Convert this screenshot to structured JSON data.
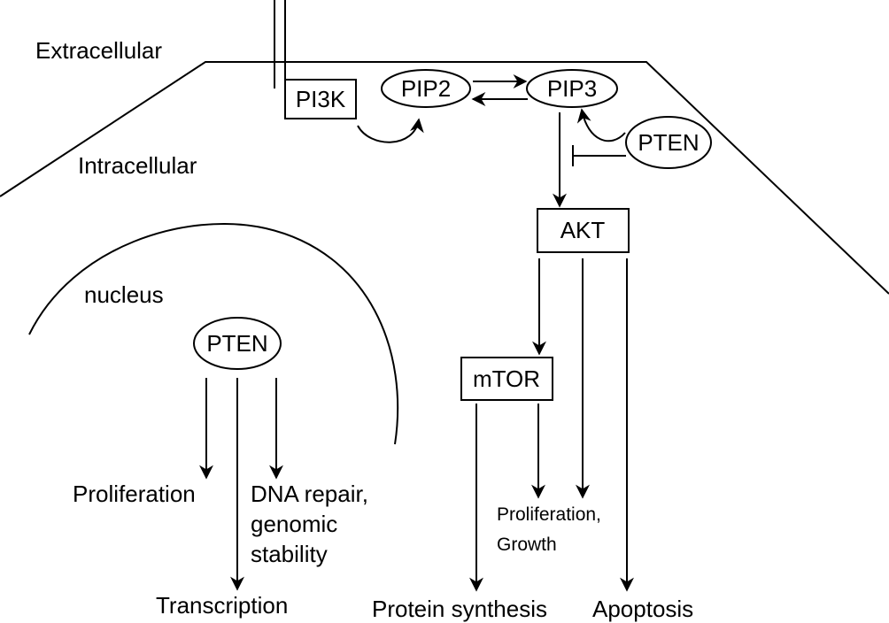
{
  "regions": {
    "extracellular": "Extracellular",
    "intracellular": "Intracellular",
    "nucleus": "nucleus"
  },
  "nodes": {
    "pi3k": "PI3K",
    "pip2": "PIP2",
    "pip3": "PIP3",
    "pten_membrane": "PTEN",
    "akt": "AKT",
    "mtor": "mTOR",
    "pten_nuclear": "PTEN"
  },
  "outcomes": {
    "proliferation_nuclear": "Proliferation",
    "dna_repair": [
      "DNA repair,",
      "genomic",
      "stability"
    ],
    "transcription": "Transcription",
    "proliferation_growth": [
      "Proliferation,",
      "Growth"
    ],
    "protein_synthesis": "Protein synthesis",
    "apoptosis": "Apoptosis"
  },
  "edges": [
    {
      "from": "pi3k",
      "to": "pip2",
      "type": "activation"
    },
    {
      "from": "pip2",
      "to": "pip3",
      "type": "conversion"
    },
    {
      "from": "pip3",
      "to": "pip2",
      "type": "conversion"
    },
    {
      "from": "pten_membrane",
      "to": "pip3",
      "type": "activation"
    },
    {
      "from": "pten_membrane",
      "to": "pip3-akt",
      "type": "inhibition"
    },
    {
      "from": "pip3",
      "to": "akt",
      "type": "activation"
    },
    {
      "from": "akt",
      "to": "mtor",
      "type": "activation"
    },
    {
      "from": "akt",
      "to": "proliferation_growth",
      "type": "activation"
    },
    {
      "from": "akt",
      "to": "apoptosis",
      "type": "activation"
    },
    {
      "from": "mtor",
      "to": "proliferation_growth",
      "type": "activation"
    },
    {
      "from": "mtor",
      "to": "protein_synthesis",
      "type": "activation"
    },
    {
      "from": "pten_nuclear",
      "to": "proliferation_nuclear",
      "type": "activation"
    },
    {
      "from": "pten_nuclear",
      "to": "transcription",
      "type": "activation"
    },
    {
      "from": "pten_nuclear",
      "to": "dna_repair",
      "type": "activation"
    }
  ]
}
